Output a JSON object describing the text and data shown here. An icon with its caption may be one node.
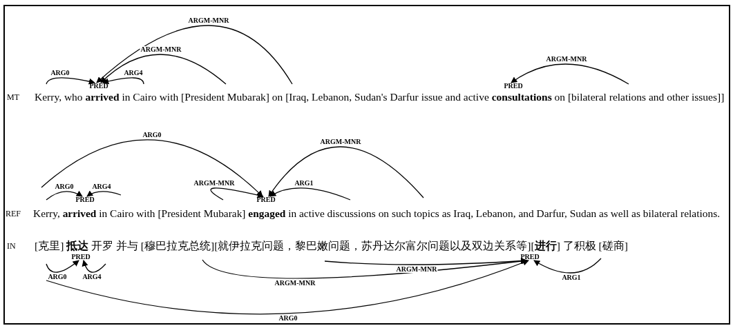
{
  "diagram": {
    "nodes": [
      {
        "text": [
          "PRED"
        ]
      },
      {
        "text": [
          "PRED"
        ]
      },
      {
        "text": [
          "PRED"
        ]
      },
      {
        "text": [
          "PRED"
        ]
      },
      {
        "text": [
          "PRED"
        ]
      },
      {
        "text": [
          "PRED"
        ]
      }
    ],
    "edges": [
      {
        "from": null,
        "to": 0,
        "arrow": "to",
        "label": "ARGM-MNR"
      },
      {
        "from": null,
        "to": 0,
        "arrow": "to",
        "label": "ARGM-MNR"
      },
      {
        "from": null,
        "to": 0,
        "arrow": "to",
        "label": "ARG0"
      },
      {
        "from": null,
        "to": 0,
        "arrow": "to",
        "label": "ARG4"
      },
      {
        "from": null,
        "to": 1,
        "arrow": "to",
        "label": "ARGM-MNR"
      },
      {
        "from": null,
        "to": 3,
        "arrow": "to",
        "label": "ARG0"
      },
      {
        "from": null,
        "to": 3,
        "arrow": "to",
        "label": "ARGM-MNR"
      },
      {
        "from": null,
        "to": 2,
        "arrow": "to",
        "label": "ARG0"
      },
      {
        "from": null,
        "to": 2,
        "arrow": "to",
        "label": "ARG4"
      },
      {
        "from": null,
        "to": 3,
        "arrow": "to",
        "label": "ARGM-MNR"
      },
      {
        "from": null,
        "to": 3,
        "arrow": "to",
        "label": "ARG1"
      },
      {
        "from": null,
        "to": 5,
        "arrow": "to",
        "label": "ARGM-MNR"
      },
      {
        "from": null,
        "to": 4,
        "arrow": "to",
        "label": "ARG0"
      },
      {
        "from": null,
        "to": 4,
        "arrow": "to",
        "label": "ARG4"
      },
      {
        "from": null,
        "to": 5,
        "arrow": "to",
        "label": "ARGM-MNR"
      },
      {
        "from": null,
        "to": 5,
        "arrow": "to",
        "label": "ARG1"
      },
      {
        "from": null,
        "to": 5,
        "arrow": "to",
        "label": "ARG0"
      }
    ],
    "labels": [
      "MT",
      "Kerry, who **arrived** in Cairo with [President Mubarak] on [Iraq, Lebanon, Sudan's Darfur issue and active **consultations** on [bilateral relations and other issues]]",
      "REF",
      "Kerry, **arrived** in Cairo with [President Mubarak] **engaged** in active discussions on such topics as Iraq, Lebanon, and Darfur, Sudan as well as bilateral relations.",
      "IN",
      "[克里] **抵达** 开罗 并与 [穆巴拉克总统][就伊拉克问题，黎巴嫩问题，苏丹达尔富尔问题以及双边关系等][**进行**] 了积极 [磋商]"
    ]
  }
}
